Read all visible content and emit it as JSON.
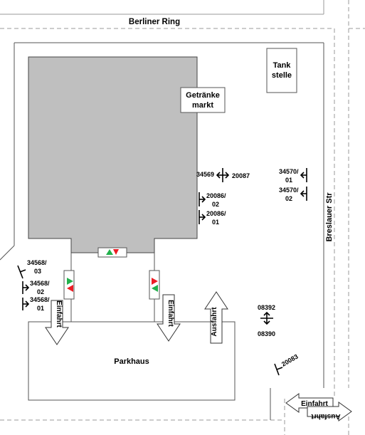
{
  "streets": {
    "north": "Berliner Ring",
    "east": "Breslauer Str"
  },
  "buildings": {
    "tankstelle": [
      "Tank",
      "stelle"
    ],
    "getraenkemarkt": [
      "Getränke",
      "markt"
    ],
    "parkhaus": "Parkhaus"
  },
  "arrows": {
    "einfahrt_left": "Einfahrt",
    "einfahrt_mid": "Einfahrt",
    "ausfahrt_mid": "Ausfahrt",
    "einfahrt_bottom": "Einfahrt",
    "ausfahrt_bottom": "Ausfahrt"
  },
  "sensors": {
    "s34569": "34569",
    "s20087": "20087",
    "s34570_01": [
      "34570/",
      "01"
    ],
    "s34570_02": [
      "34570/",
      "02"
    ],
    "s20086_02": [
      "20086/",
      "02"
    ],
    "s20086_01": [
      "20086/",
      "01"
    ],
    "s34568_03": [
      "34568/",
      "03"
    ],
    "s34568_02": [
      "34568/",
      "02"
    ],
    "s34568_01": [
      "34568/",
      "01"
    ],
    "s08392": "08392",
    "s08390": "08390",
    "s20083": "20083"
  },
  "colors": {
    "building_fill": "#bfbfbf",
    "signal_green": "#22b14c",
    "signal_red": "#ed1c24",
    "road_line": "#9a9a9a"
  }
}
